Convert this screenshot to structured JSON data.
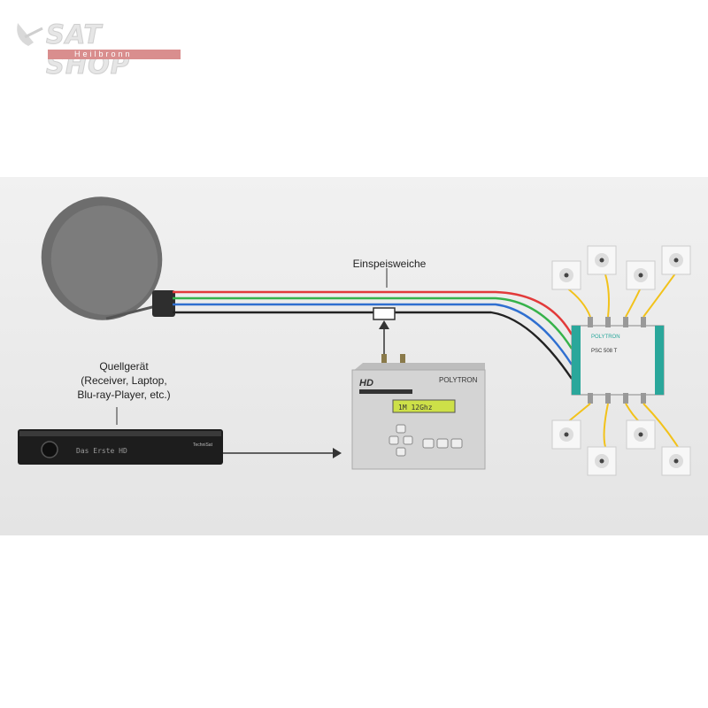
{
  "logo": {
    "main": "SAT SHOP",
    "sub": "Heilbronn"
  },
  "labels": {
    "einspeisweiche": "Einspeisweiche",
    "quellgeraet_line1": "Quellgerät",
    "quellgeraet_line2": "(Receiver, Laptop,",
    "quellgeraet_line3": "Blu-ray-Player, etc.)"
  },
  "receiver": {
    "display": "Das Erste HD",
    "brand": "TechniSat"
  },
  "modulator": {
    "brand": "POLYTRON",
    "hd_label": "HD",
    "display": "1M 12Ghz"
  },
  "multiswitch": {
    "brand": "POLYTRON",
    "model": "PSC 508 T"
  },
  "colors": {
    "red": "#e23a3a",
    "green": "#36b24a",
    "blue": "#2f6fd0",
    "black": "#222222",
    "cable_yellow": "#f2c21a",
    "teal": "#2aa79b"
  }
}
